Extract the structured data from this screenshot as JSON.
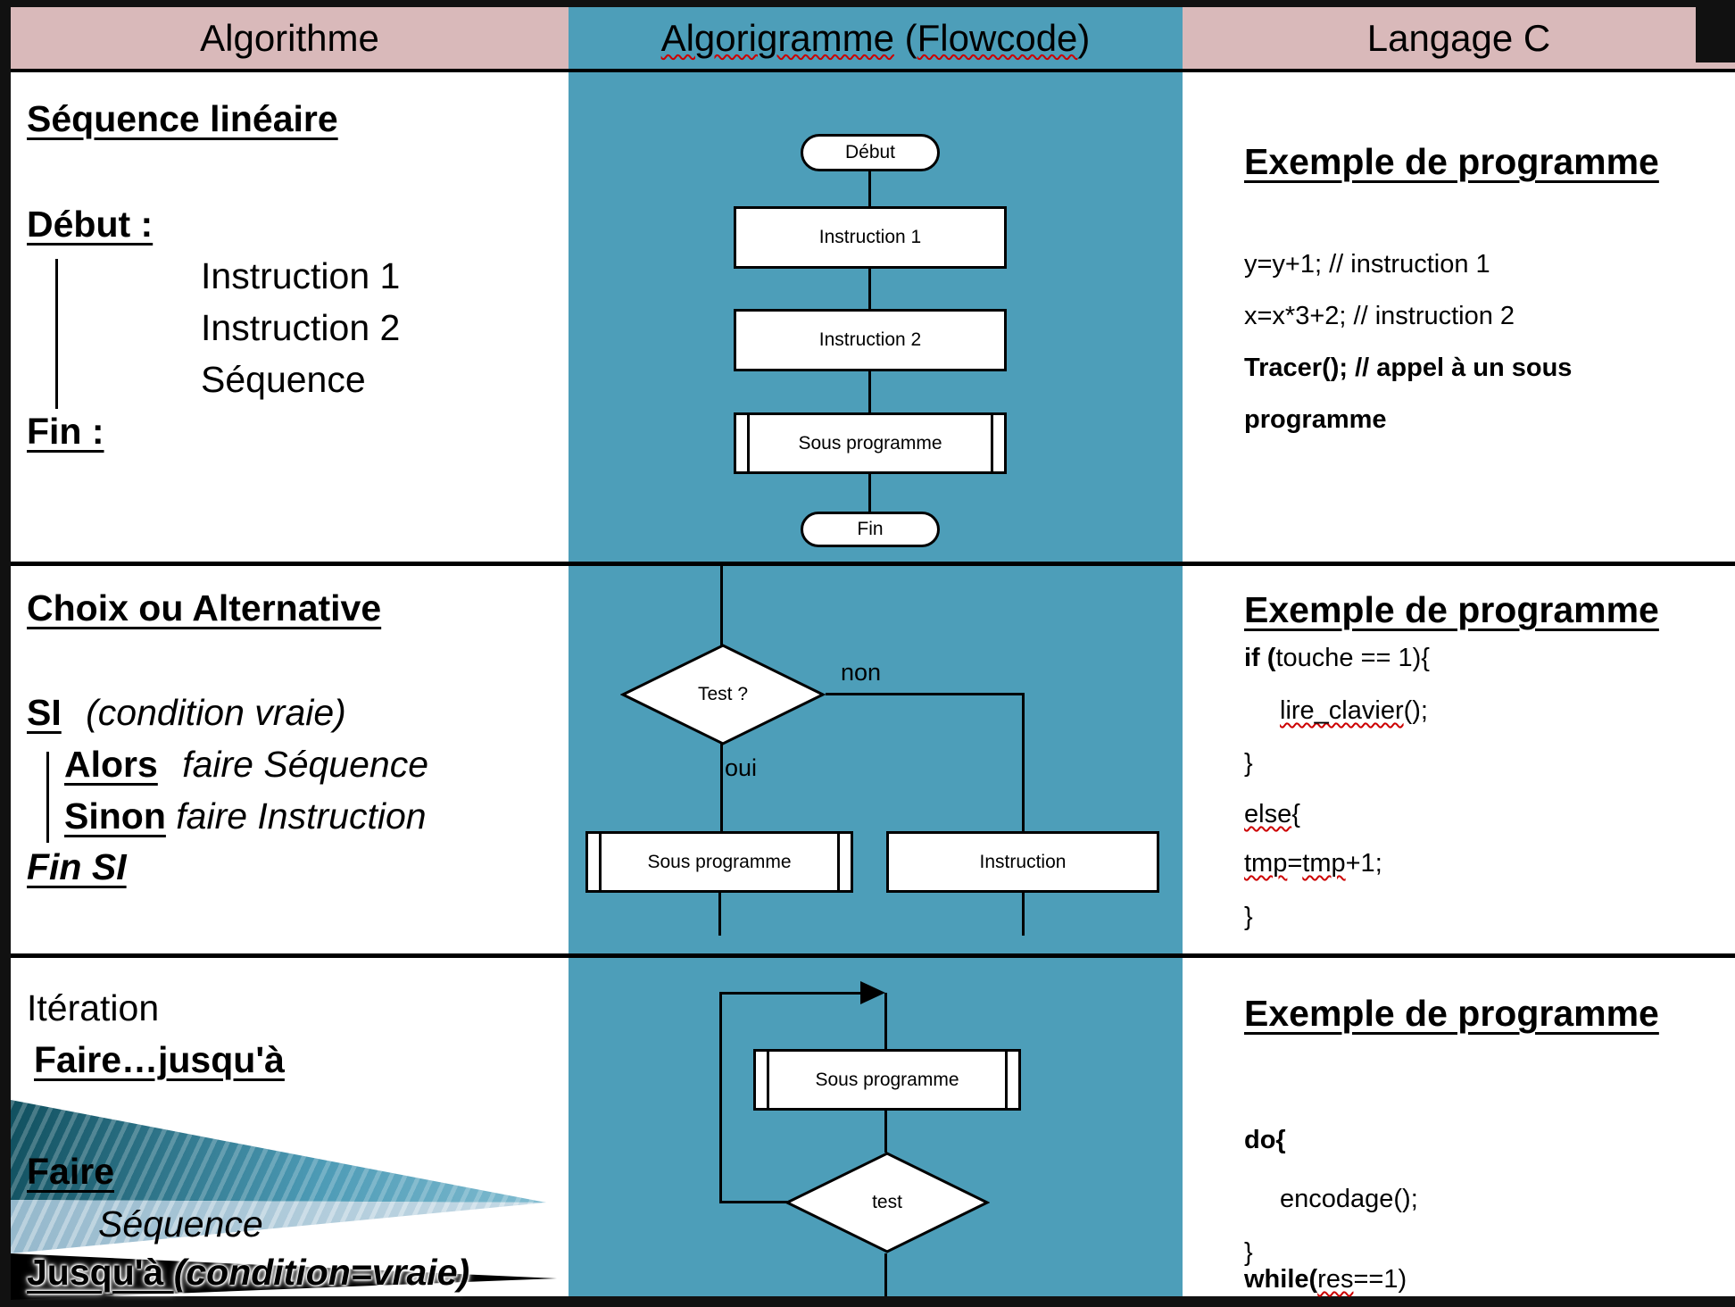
{
  "header": {
    "col1": "Algorithme",
    "col2_w1": "Algorigramme",
    "col2_sep": " (",
    "col2_w2": "Flowcode",
    "col2_end": ")",
    "col3": "Langage C"
  },
  "row1": {
    "left": {
      "title": "Séquence linéaire",
      "debut": "Début :",
      "items": [
        "Instruction 1",
        "Instruction 2",
        "Séquence"
      ],
      "fin": "Fin :"
    },
    "flow": {
      "start": "Début",
      "box1": "Instruction 1",
      "box2": "Instruction 2",
      "sub": "Sous programme",
      "end": "Fin"
    },
    "code": {
      "heading": "Exemple de programme",
      "l1": "y=y+1; // instruction 1",
      "l2": "x=x*3+2; // instruction 2",
      "l3": "Tracer(); // appel à un sous",
      "l4": "programme"
    }
  },
  "row2": {
    "left": {
      "title": "Choix ou Alternative",
      "si": "SI",
      "si_cond": " (condition vraie)",
      "alors": "Alors",
      "alors_rest": " faire Séquence",
      "sinon": "Sinon",
      "sinon_rest": " faire Instruction",
      "finsi": "Fin SI"
    },
    "flow": {
      "test": "Test ?",
      "non": "non",
      "oui": "oui",
      "sub": "Sous programme",
      "instr": "Instruction"
    },
    "code": {
      "heading": "Exemple de programme",
      "if_kw": "if (",
      "if_rest": "touche == 1){",
      "call": "lire_clavier",
      "call_rest": "();",
      "brace1": "}",
      "else_kw": "else",
      "else_rest": "{",
      "tmp1": "tmp",
      "tmp_eq": "=",
      "tmp2": "tmp",
      "tmp_rest": "+1;",
      "brace2": "}"
    }
  },
  "row3": {
    "left": {
      "label": "Itération",
      "title": "Faire…jusqu'à",
      "faire": "Faire",
      "sequence": "Séquence",
      "jusqua": "Jusqu'à ",
      "jusqua_cond": "(condition=vraie)"
    },
    "flow": {
      "sub": "Sous programme",
      "test": "test"
    },
    "code": {
      "heading": "Exemple de programme",
      "do_kw": "do{",
      "call": "encodage();",
      "brace": "}",
      "while_kw": "while(",
      "while_arg": "res",
      "while_rest": "==1)"
    }
  },
  "colors": {
    "header_pink": "#d9b9ba",
    "flow_teal": "#4d9eb9",
    "squiggle_red": "#cc0000"
  }
}
